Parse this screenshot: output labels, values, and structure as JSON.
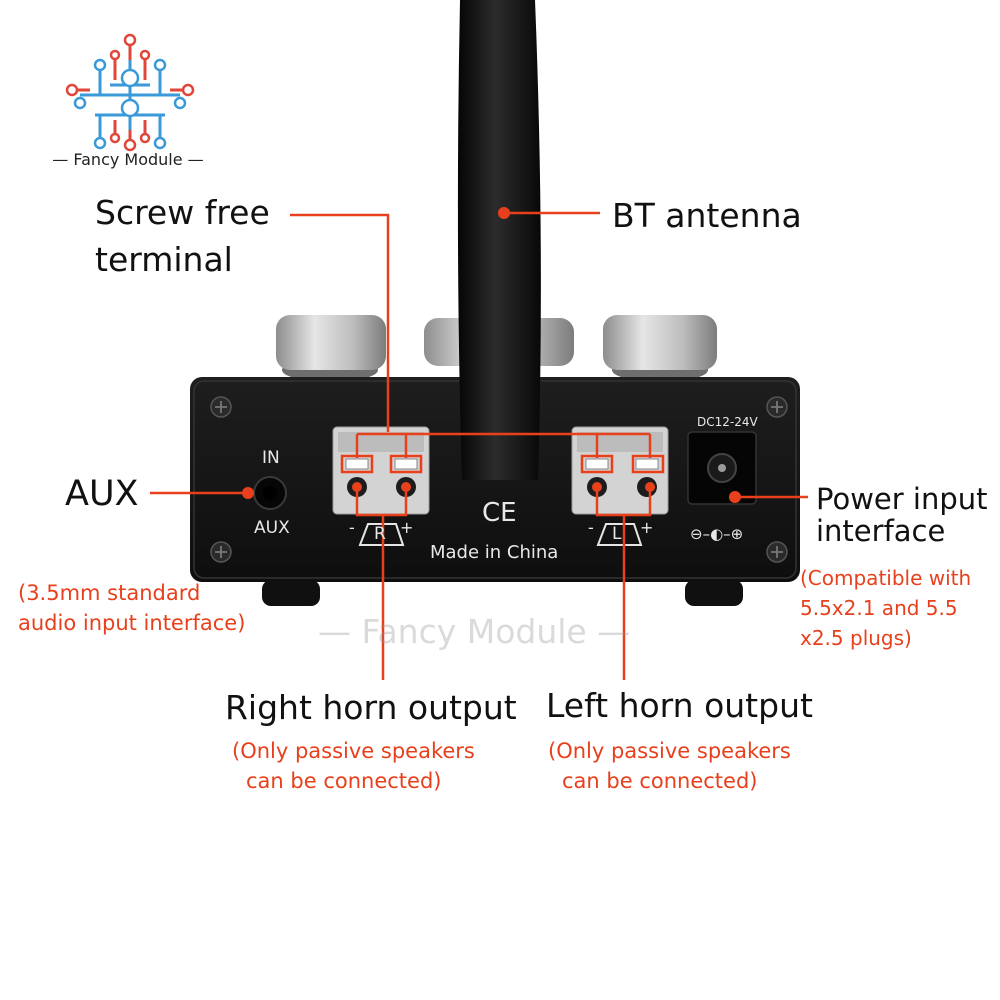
{
  "brand": {
    "logo_text": "— Fancy Module —",
    "watermark": "— Fancy Module —"
  },
  "device": {
    "port_in_label": "IN",
    "port_aux_label": "AUX",
    "power_rating": "DC12-24V",
    "ce_mark": "CE",
    "made_in": "Made in China",
    "right_channel_mark": "R",
    "left_channel_mark": "L",
    "minus_sign": "-",
    "plus_sign": "+",
    "polarity_symbol": "⊖–◐–⊕"
  },
  "callouts": {
    "screw_free_terminal": {
      "line1": "Screw free",
      "line2": "terminal"
    },
    "bt_antenna": {
      "title": "BT antenna"
    },
    "aux": {
      "title": "AUX",
      "note_line1": "(3.5mm standard",
      "note_line2": "audio input interface)"
    },
    "power": {
      "title_line1": "Power input",
      "title_line2": "interface",
      "note_line1": "(Compatible with",
      "note_line2": "5.5x2.1 and 5.5",
      "note_line3": "x2.5 plugs)"
    },
    "right_horn": {
      "title": "Right horn output",
      "note_line1": "(Only passive speakers",
      "note_line2": "can be connected)"
    },
    "left_horn": {
      "title": "Left horn output",
      "note_line1": "(Only passive speakers",
      "note_line2": "can be connected)"
    }
  },
  "colors": {
    "accent": "#e8401c",
    "device_body": "#141414",
    "terminal": "#cfcfcf",
    "knob": "#c9c9c9",
    "logo_red": "#e0463a",
    "logo_blue": "#3a9ad9"
  }
}
